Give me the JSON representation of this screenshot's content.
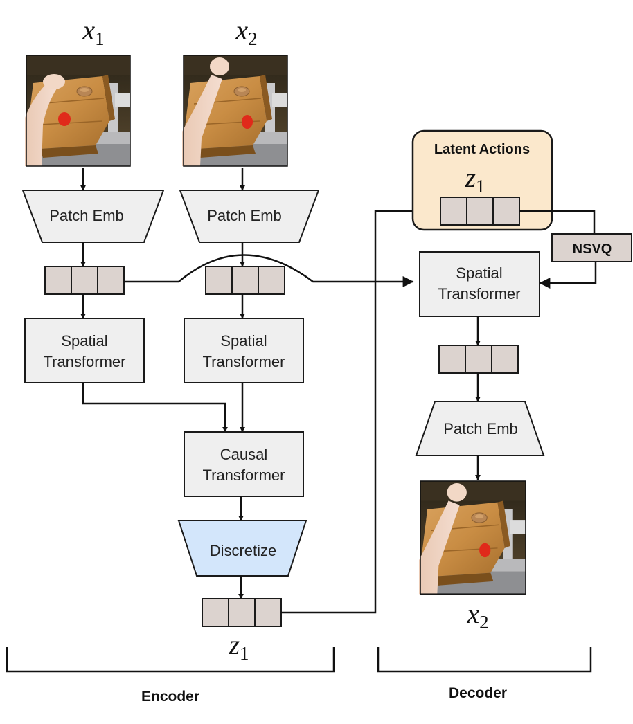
{
  "inputs": {
    "frame1": {
      "symbol": "x",
      "subscript": "1"
    },
    "frame2": {
      "symbol": "x",
      "subscript": "2"
    }
  },
  "encoder": {
    "patch_emb_1": "Patch Emb",
    "patch_emb_2": "Patch Emb",
    "spatial_1": [
      "Spatial",
      "Transformer"
    ],
    "spatial_2": [
      "Spatial",
      "Transformer"
    ],
    "causal": [
      "Causal",
      "Transformer"
    ],
    "discretize": "Discretize",
    "latent": {
      "symbol": "z",
      "subscript": "1"
    }
  },
  "latent_actions": {
    "title": "Latent Actions",
    "latent": {
      "symbol": "z",
      "subscript": "1"
    }
  },
  "decoder": {
    "nsvq": "NSVQ",
    "spatial": [
      "Spatial",
      "Transformer"
    ],
    "patch_emb": "Patch Emb",
    "output": {
      "symbol": "x",
      "subscript": "2"
    }
  },
  "brackets": {
    "encoder": "Encoder",
    "decoder": "Decoder"
  }
}
